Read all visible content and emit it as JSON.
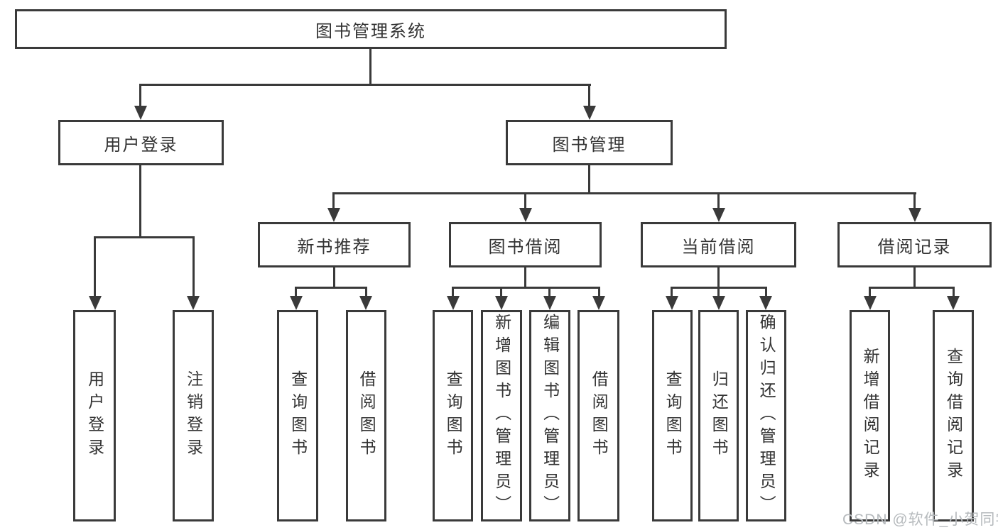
{
  "diagram": {
    "type": "hierarchy-tree",
    "root": {
      "label": "图书管理系统"
    },
    "level2": {
      "user_login": {
        "label": "用户登录"
      },
      "book_management": {
        "label": "图书管理"
      }
    },
    "level3": {
      "new_book_recommend": {
        "label": "新书推荐"
      },
      "book_borrowing": {
        "label": "图书借阅"
      },
      "current_borrowing": {
        "label": "当前借阅"
      },
      "borrowing_records": {
        "label": "借阅记录"
      }
    },
    "leaves": {
      "user_login": {
        "label": "用户登录"
      },
      "logout": {
        "label": "注销登录"
      },
      "query_book_recommend": {
        "label": "查询图书"
      },
      "borrow_book_recommend": {
        "label": "借阅图书"
      },
      "query_book_borrowing": {
        "label": "查询图书"
      },
      "add_book_admin": {
        "label": "新增图书（管理员）"
      },
      "edit_book_admin": {
        "label": "编辑图书（管理员）"
      },
      "borrow_book_borrowing": {
        "label": "借阅图书"
      },
      "query_book_current": {
        "label": "查询图书"
      },
      "return_book": {
        "label": "归还图书"
      },
      "confirm_return_admin": {
        "label": "确认归还（管理员）"
      },
      "add_borrow_record": {
        "label": "新增借阅记录"
      },
      "query_borrow_record": {
        "label": "查询借阅记录"
      }
    },
    "line_color": "#3a3a3a",
    "text_color": "#333333"
  },
  "watermark": {
    "text": "CSDN @软件_小贺同学",
    "color": "#b6babd"
  }
}
